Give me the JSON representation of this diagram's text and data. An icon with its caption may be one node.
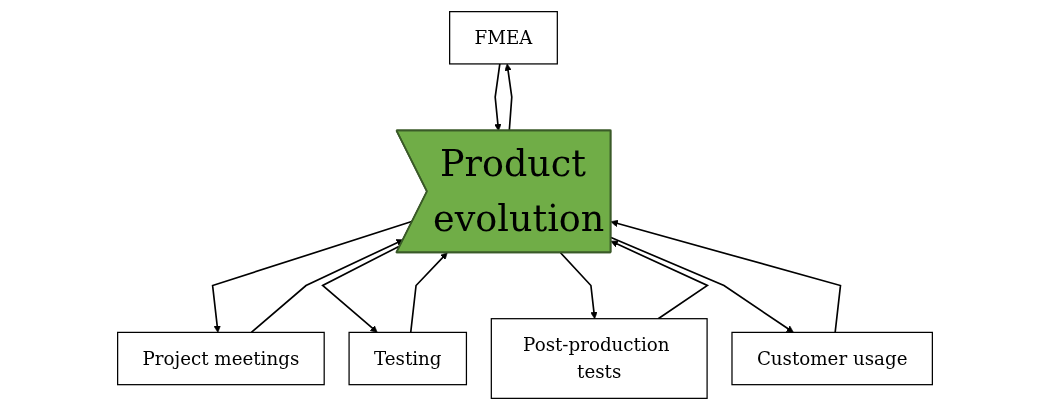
{
  "diagram": {
    "nodes": [
      {
        "text": [
          "FMEA"
        ]
      },
      {
        "text": [
          "Project meetings"
        ]
      },
      {
        "text": [
          "Testing"
        ]
      },
      {
        "text": [
          "Post-production tests"
        ]
      },
      {
        "text": [
          "Customer usage"
        ]
      },
      {
        "text": [
          "Product evolution"
        ]
      }
    ],
    "edges": [
      {
        "from": 0,
        "to": 5,
        "arrow": "to"
      },
      {
        "from": 5,
        "to": 0,
        "arrow": "to"
      },
      {
        "from": 1,
        "to": 5,
        "arrow": "to"
      },
      {
        "from": 5,
        "to": 1,
        "arrow": "to"
      },
      {
        "from": 2,
        "to": 5,
        "arrow": "to"
      },
      {
        "from": 5,
        "to": 2,
        "arrow": "to"
      },
      {
        "from": 3,
        "to": 5,
        "arrow": "to"
      },
      {
        "from": 5,
        "to": 3,
        "arrow": "to"
      },
      {
        "from": 4,
        "to": 5,
        "arrow": "to"
      },
      {
        "from": 5,
        "to": 4,
        "arrow": "to"
      }
    ]
  }
}
